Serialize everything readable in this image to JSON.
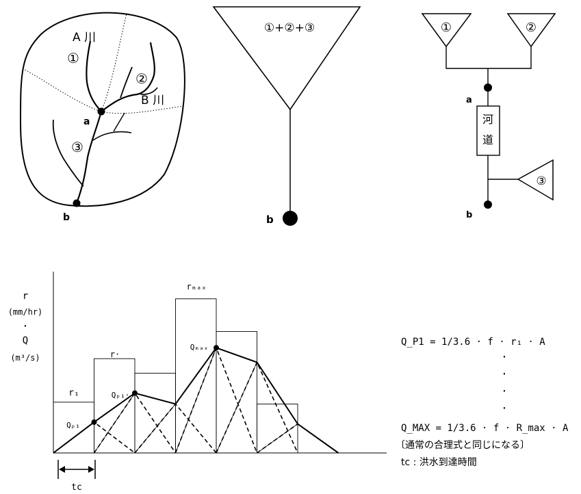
{
  "watershed": {
    "river_a": "A 川",
    "river_b": "B 川",
    "sub1": "①",
    "sub2": "②",
    "sub3": "③",
    "node_a": "a",
    "node_b": "b"
  },
  "lumped_model": {
    "basin_label": "①+②+③",
    "node_b": "b"
  },
  "network_model": {
    "sub1": "①",
    "sub2": "②",
    "sub3": "③",
    "node_a": "a",
    "node_b": "b",
    "channel_char1": "河",
    "channel_char2": "道"
  },
  "hydrograph": {
    "ylabel_r": "r",
    "ylabel_r_unit": "(mm/hr)",
    "ylabel_dot": "·",
    "ylabel_q": "Q",
    "ylabel_q_unit": "(m³/s)",
    "label_r1": "r₁",
    "label_r2": "r·",
    "label_rmax": "rₘₐₓ",
    "label_qp1_low": "Qₚ₁",
    "label_qp1_mid": "Qₚ₁·",
    "label_qmax": "Qₘₐₓ",
    "tc_label": "tc",
    "rain_blocks": [
      0.28,
      0.52,
      0.44,
      0.85,
      0.67,
      0.27
    ],
    "solid_line": [
      0.0,
      0.17,
      0.33,
      0.27,
      0.58,
      0.5,
      0.16,
      0.0
    ],
    "dashed_peaks": [
      0.17,
      0.33,
      0.27,
      0.58,
      0.5,
      0.16
    ]
  },
  "formulas": {
    "line1": "Q_P1 = 1/3.6 · f · r₁ · A",
    "dot": "·",
    "line2": "Q_MAX = 1/3.6 · f · R_max · A",
    "line3": "〔通常の合理式と同じになる〕",
    "line4": "tc : 洪水到達時間"
  }
}
